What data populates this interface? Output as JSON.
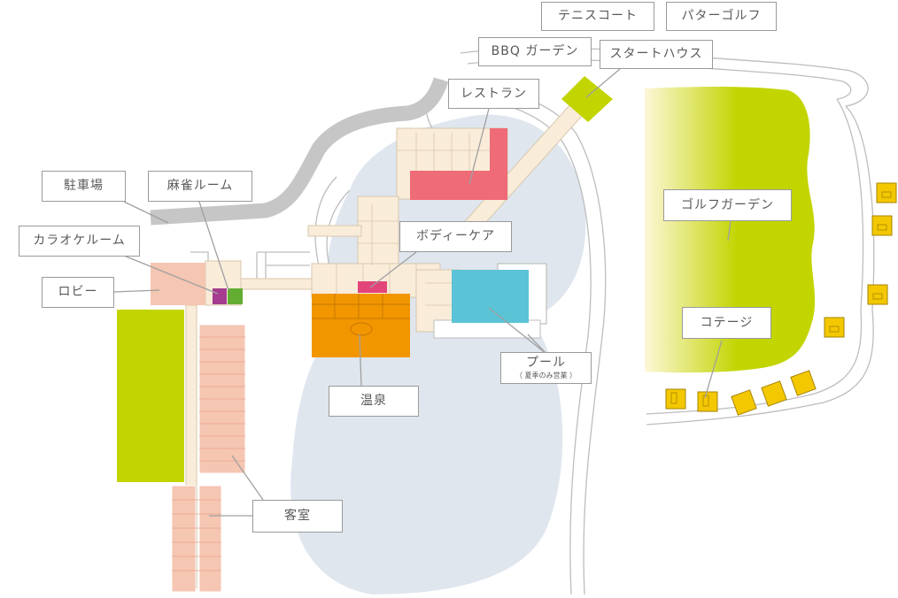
{
  "map": {
    "colors": {
      "pond": "#dfe6ee",
      "path_outline": "#bdbdbd",
      "road": "#c6c6c6",
      "building": "#f9ecd9",
      "building_edge": "#d8c7ad",
      "guest_rooms": "#f5c6b2",
      "lobby": "#f5c6b2",
      "restaurant": "#ef6b77",
      "hot_spring": "#f29600",
      "pool": "#5bc3d6",
      "body_care": "#e2457a",
      "karaoke_room": "#a53c8f",
      "mahjong_room": "#63ad33",
      "green_area": "#c2d500",
      "cottage": "#f4c800",
      "cottage_edge": "#a58400",
      "label_border": "#9a9a9a",
      "label_text": "#595959",
      "leader_line": "#a0a0a0"
    },
    "labels": {
      "tennis_court": "テニスコート",
      "putter_golf": "パターゴルフ",
      "bbq_garden": "BBQ ガーデン",
      "start_house": "スタートハウス",
      "restaurant": "レストラン",
      "parking": "駐車場",
      "mahjong_room": "麻雀ルーム",
      "karaoke_room": "カラオケルーム",
      "lobby": "ロビー",
      "body_care": "ボディーケア",
      "golf_garden": "ゴルフガーデン",
      "cottage": "コテージ",
      "pool": "プール",
      "pool_note": "（ 夏季のみ営業 ）",
      "hot_spring": "温泉",
      "guest_rooms": "客室"
    }
  }
}
